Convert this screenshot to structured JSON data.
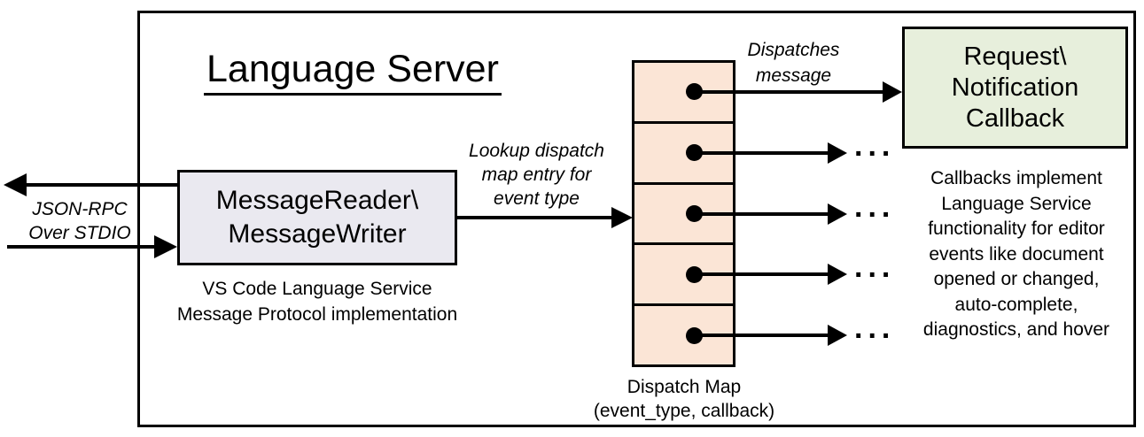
{
  "title": "Language Server",
  "stdio_label": "JSON-RPC\nOver STDIO",
  "message_box": {
    "title": "MessageReader\\\nMessageWriter",
    "caption": "VS Code Language Service\nMessage Protocol implementation"
  },
  "lookup_label": "Lookup dispatch\nmap entry for\nevent type",
  "dispatches_label": "Dispatches\nmessage",
  "dispatch_map": {
    "row_count": 5,
    "caption": "Dispatch Map\n(event_type, callback)"
  },
  "callback_box": {
    "title": "Request\\\nNotification\nCallback"
  },
  "callbacks_note": "Callbacks implement\nLanguage Service\nfunctionality for editor\nevents like document\nopened or changed,\nauto-complete,\ndiagnostics, and hover",
  "ellipsis": "...",
  "colors": {
    "message_box_fill": "#eae9f0",
    "dispatch_map_fill": "#fbe5d6",
    "callback_box_fill": "#e7efdc",
    "stroke": "#000000",
    "background": "#ffffff"
  }
}
